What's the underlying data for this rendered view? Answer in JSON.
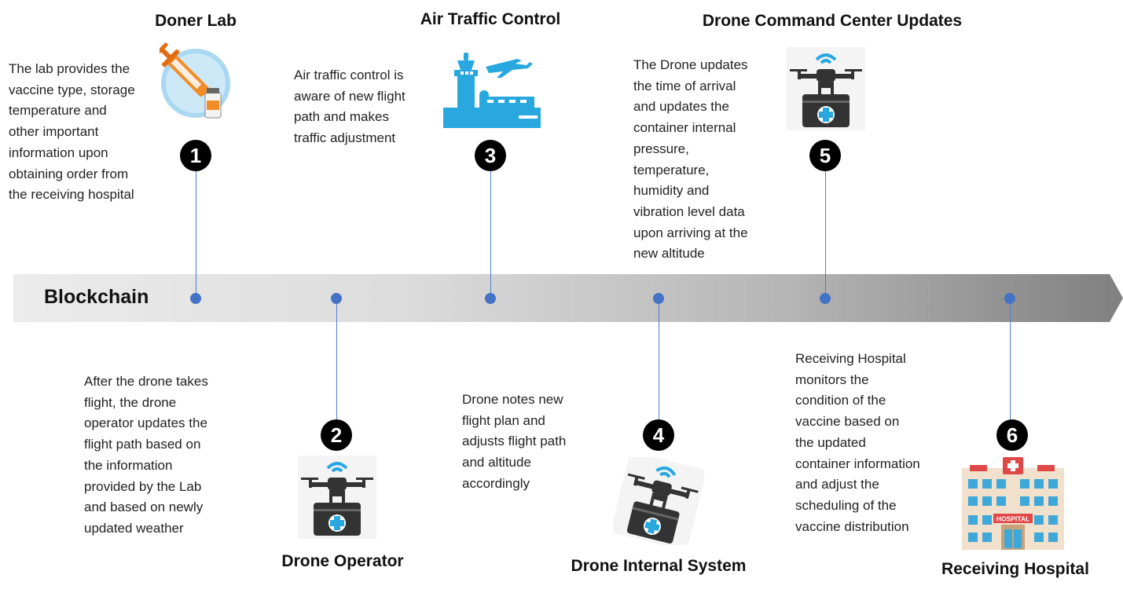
{
  "band": {
    "label": "Blockchain"
  },
  "steps": [
    {
      "number": "1",
      "title": "Doner Lab",
      "description": "The lab provides the vaccine type, storage temperature and other important information upon obtaining order from the receiving hospital"
    },
    {
      "number": "2",
      "title": "Drone Operator",
      "description": "After the drone takes flight, the drone operator updates the flight path based on the information provided by the Lab and based on newly updated weather"
    },
    {
      "number": "3",
      "title": "Air Traffic Control",
      "description": "Air traffic control is aware of new flight path and makes traffic adjustment"
    },
    {
      "number": "4",
      "title": "Drone Internal System",
      "description": "Drone notes new flight plan and adjusts flight path and altitude accordingly"
    },
    {
      "number": "5",
      "title": "Drone Command Center Updates",
      "description": "The Drone updates the time of arrival and updates the container internal pressure, temperature, humidity and vibration level data upon arriving at the new altitude"
    },
    {
      "number": "6",
      "title": "Receiving Hospital",
      "description": "Receiving Hospital monitors the condition of the vaccine based on the updated container information and adjust the scheduling of the vaccine distribution"
    }
  ],
  "icons": {
    "lab": "syringe-vial-icon",
    "atc": "control-tower-airplane-icon",
    "drone": "drone-medical-box-icon",
    "hospital": "hospital-building-icon",
    "hospital_sign": "HOSPITAL"
  },
  "colors": {
    "connector": "#4472c4",
    "badge": "#000000",
    "icon_blue": "#29a8e0"
  }
}
